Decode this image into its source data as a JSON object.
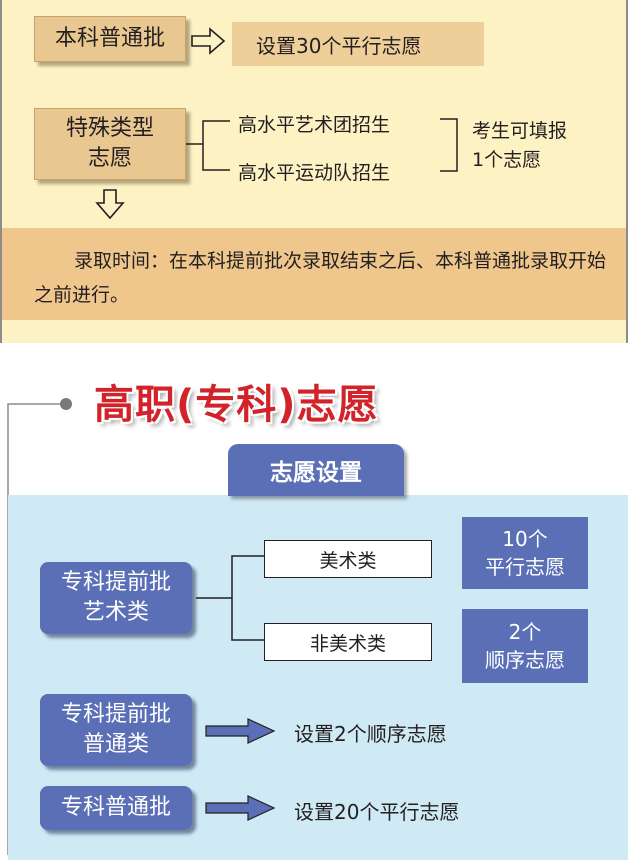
{
  "top": {
    "regular_batch": {
      "label": "本科普通批",
      "result": "设置30个平行志愿"
    },
    "special_type": {
      "label_line1": "特殊类型",
      "label_line2": "志愿",
      "options": [
        "高水平艺术团招生",
        "高水平运动队招生"
      ],
      "note_line1": "考生可填报",
      "note_line2": "1个志愿"
    },
    "admission_time": "录取时间：在本科提前批次录取结束之后、本科普通批录取开始之前进行。"
  },
  "vocational": {
    "title": "高职(专科)志愿",
    "section_tab": "志愿设置",
    "early_art": {
      "label_line1": "专科提前批",
      "label_line2": "艺术类",
      "options": [
        {
          "label": "美术类",
          "result_line1": "10个",
          "result_line2": "平行志愿"
        },
        {
          "label": "非美术类",
          "result_line1": "2个",
          "result_line2": "顺序志愿"
        }
      ]
    },
    "early_general": {
      "label_line1": "专科提前批",
      "label_line2": "普通类",
      "result": "设置2个顺序志愿"
    },
    "regular": {
      "label": "专科普通批",
      "result": "设置20个平行志愿"
    }
  },
  "colors": {
    "top_background": "#fdf2c4",
    "tan_box": "#e9c790",
    "band": "#efc78d",
    "blue_background": "#cfe9f5",
    "blue_box": "#5a6fb5",
    "title_red": "#d2232a"
  },
  "icons": [
    "arrow-right-icon",
    "arrow-down-icon",
    "bullet-dot-icon"
  ]
}
